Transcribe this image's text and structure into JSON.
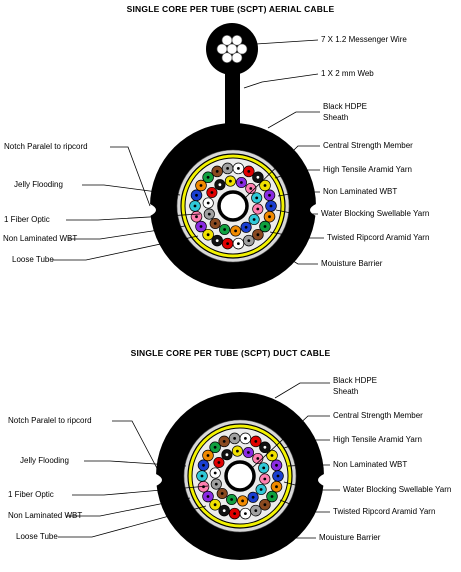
{
  "aerial": {
    "title": "SINGLE CORE PER TUBE (SCPT) AERIAL CABLE",
    "labels": {
      "messenger_wire": "7 X 1.2 Messenger Wire",
      "web": "1 X 2 mm Web",
      "sheath_line1": "Black HDPE",
      "sheath_line2": "Sheath",
      "central_member": "Central Strength Member",
      "aramid_yarn": "High Tensile Aramid Yarn",
      "non_laminated_right": "Non Laminated WBT",
      "water_blocking": "Water Blocking Swellable Yarn",
      "ripcord_yarn": "Twisted Ripcord Aramid Yarn",
      "moisture_barrier": "Mouisture Barrier",
      "notch": "Notch Paralel to ripcord",
      "jelly": "Jelly Flooding",
      "fiber": "1 Fiber Optic",
      "non_laminated_left": "Non Laminated WBT",
      "loose_tube": "Loose Tube"
    }
  },
  "duct": {
    "title": "SINGLE CORE PER TUBE (SCPT) DUCT CABLE",
    "labels": {
      "sheath_line1": "Black HDPE",
      "sheath_line2": "Sheath",
      "central_member": "Central Strength Member",
      "aramid_yarn": "High Tensile Aramid Yarn",
      "non_laminated_right": "Non Laminated WBT",
      "water_blocking": "Water Blocking  Swellable Yarn",
      "ripcord_yarn": "Twisted Ripcord Aramid Yarn",
      "moisture_barrier": "Mouisture Barrier",
      "notch": "Notch Paralel to ripcord",
      "jelly": "Jelly Flooding",
      "fiber": "1 Fiber Optic",
      "non_laminated_left": "Non Laminated WBT",
      "loose_tube": "Loose Tube"
    }
  },
  "colors": {
    "sheath": "#000000",
    "tape": "#e8e8e8",
    "aramid": "#f2f200",
    "tube_palette": [
      "#1a3fd0",
      "#f08a00",
      "#10a040",
      "#8a4a20",
      "#a0a0a0",
      "#ffffff",
      "#e00000",
      "#111111",
      "#f0e000",
      "#8a2be2",
      "#ff7fb0",
      "#30c8d8"
    ]
  }
}
